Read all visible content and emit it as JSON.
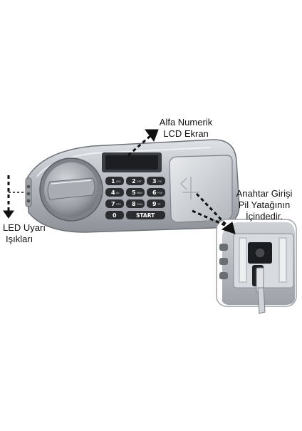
{
  "labels": {
    "lcd": [
      "Alfa Numerik",
      "LCD Ekran"
    ],
    "led": [
      "LED Uyarı",
      "Işıkları"
    ],
    "key": [
      "Anahtar Girişi",
      "Pil Yatağının",
      "İçindedir."
    ]
  },
  "keypad": {
    "keys": [
      {
        "num": "1",
        "sub": "ABC"
      },
      {
        "num": "2",
        "sub": "DEF"
      },
      {
        "num": "3",
        "sub": "GHI"
      },
      {
        "num": "4",
        "sub": "JKL"
      },
      {
        "num": "5",
        "sub": "MNO"
      },
      {
        "num": "6",
        "sub": "PQR"
      },
      {
        "num": "7",
        "sub": "STU"
      },
      {
        "num": "8",
        "sub": "VWX"
      },
      {
        "num": "9",
        "sub": "YZ"
      }
    ],
    "zero": "0",
    "start": "START"
  },
  "colors": {
    "body": "#b9bdc3",
    "keypad_key": "#2a2c30",
    "lcd": "#1c1e22",
    "accent_light": "#e8eaed"
  }
}
